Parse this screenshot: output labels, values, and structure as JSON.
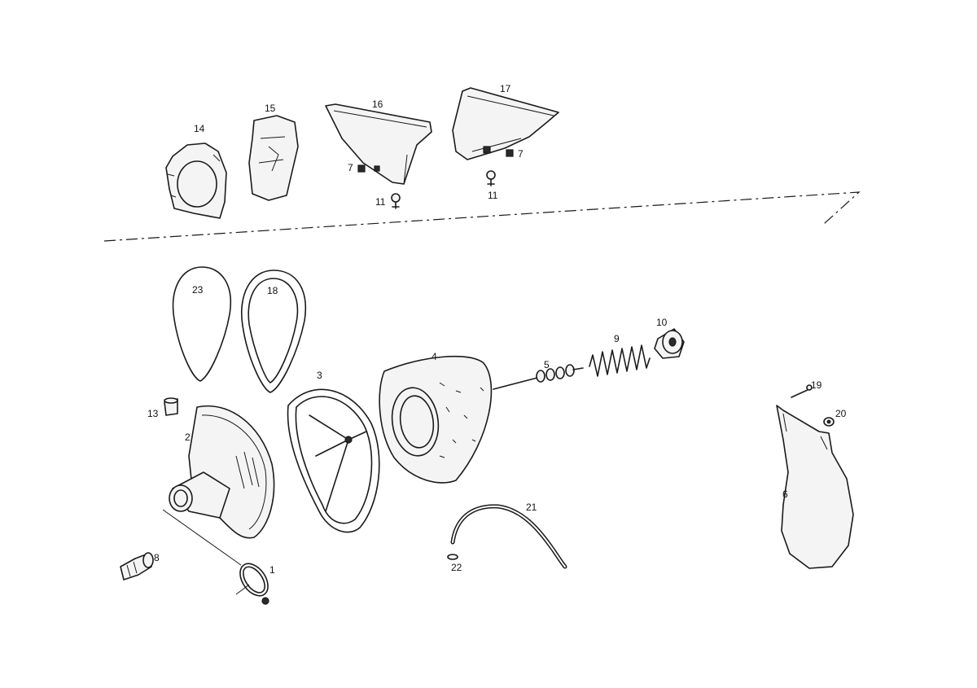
{
  "callouts": {
    "p1": "1",
    "p2": "2",
    "p3": "3",
    "p4": "4",
    "p5": "5",
    "p6": "6",
    "p7a": "7",
    "p7b": "7",
    "p8": "8",
    "p9": "9",
    "p10": "10",
    "p11a": "11",
    "p11b": "11",
    "p13": "13",
    "p14": "14",
    "p15": "15",
    "p16": "16",
    "p17": "17",
    "p18": "18",
    "p19": "19",
    "p20": "20",
    "p21": "21",
    "p22": "22",
    "p23": "23"
  },
  "colors": {
    "line": "#1a1a1a",
    "background": "#ffffff",
    "fill": "#f4f4f4"
  }
}
